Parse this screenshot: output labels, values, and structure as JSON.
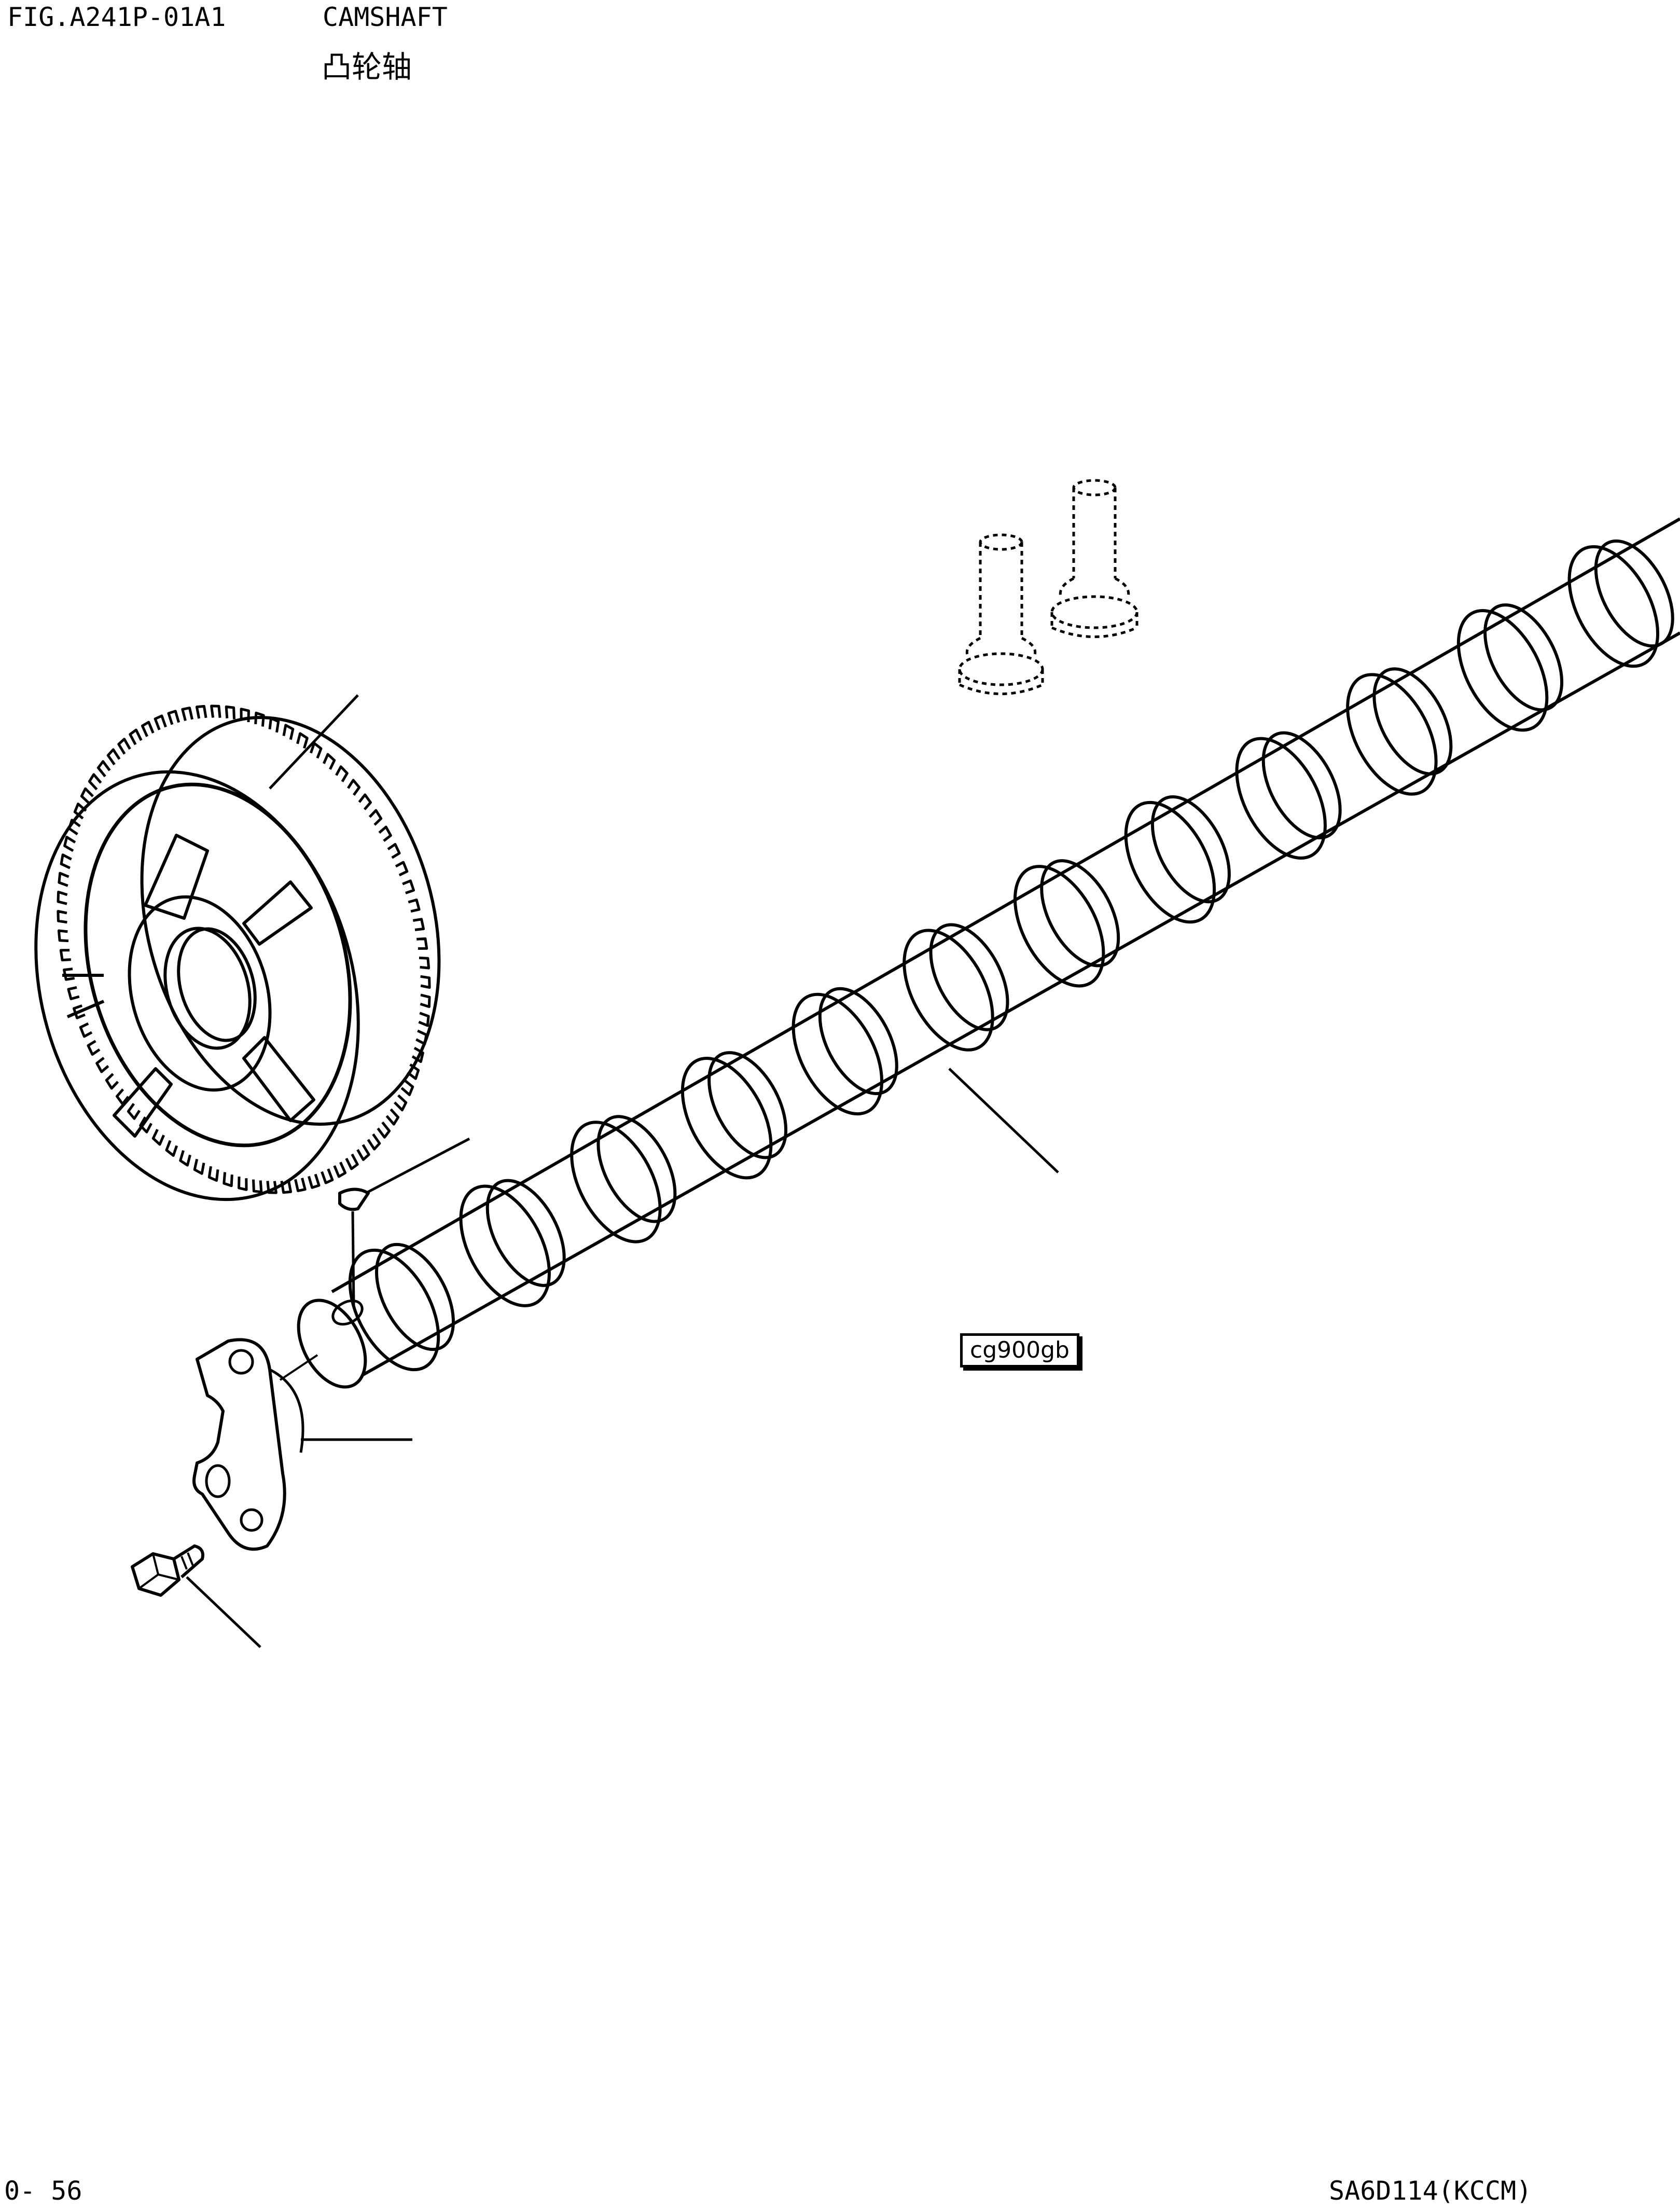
{
  "header": {
    "fig_code": "FIG.A241P-01A1",
    "title_en": "CAMSHAFT",
    "title_cn": "凸轮轴"
  },
  "diagram": {
    "ref_code": "cg900gb",
    "parts": [
      "gear-icon",
      "camshaft-icon",
      "thrust-plate-icon",
      "bolt-icon",
      "key-icon",
      "tappet-icon"
    ]
  },
  "footer": {
    "page": "0- 56",
    "model": "SA6D114(KCCM)"
  },
  "colors": {
    "ink": "#000000",
    "paper": "#ffffff"
  }
}
